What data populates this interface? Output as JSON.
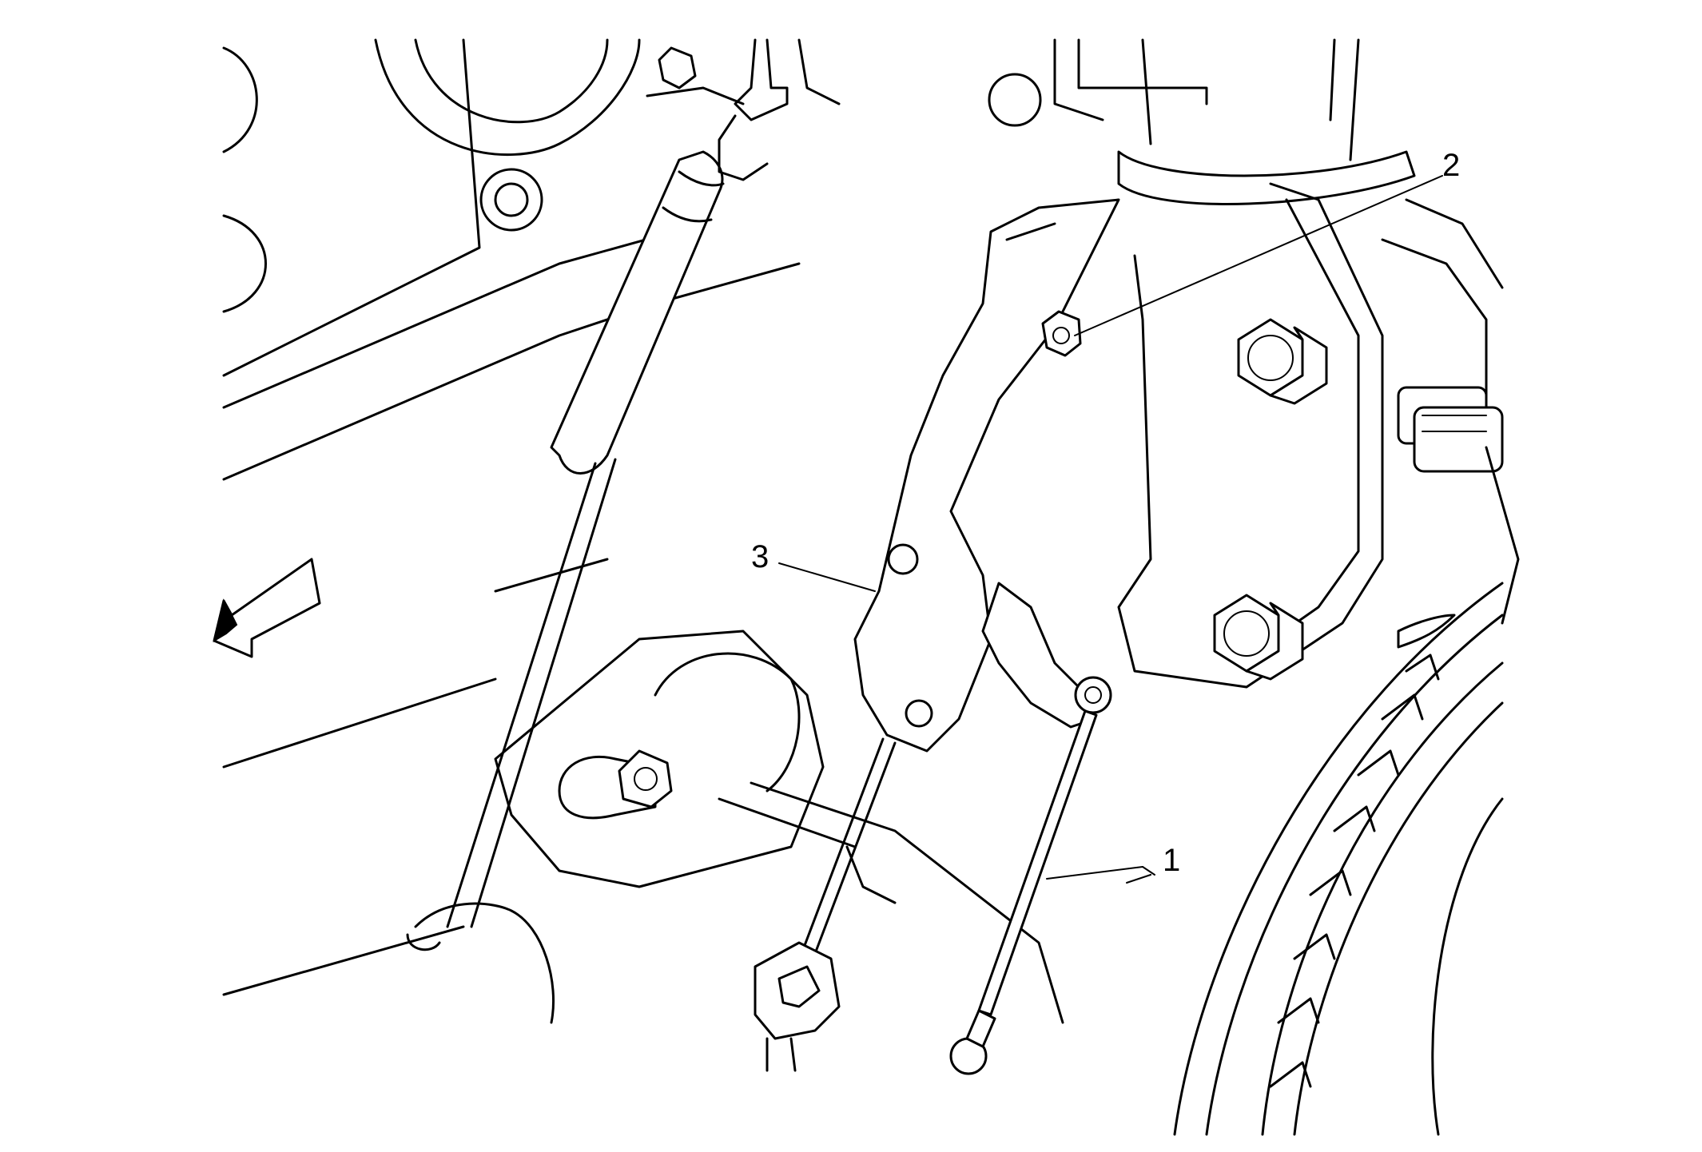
{
  "callouts": [
    {
      "id": "1",
      "label": "1"
    },
    {
      "id": "2",
      "label": "2"
    },
    {
      "id": "3",
      "label": "3"
    }
  ],
  "icons": {
    "direction_arrow": "forward-direction-arrow-icon"
  }
}
